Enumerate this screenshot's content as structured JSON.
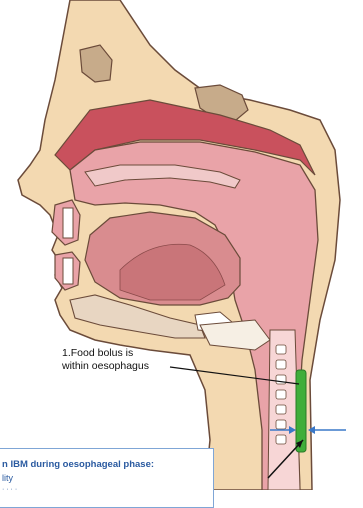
{
  "callout": {
    "line1": "1.Food bolus is",
    "line2": "within oesophagus"
  },
  "info_box": {
    "title": "n IBM during oesophageal phase:",
    "line1": "lity",
    "line2": "· · · ·"
  },
  "colors": {
    "skin": "#f3d9b1",
    "tissue_pink": "#e9a3a8",
    "tissue_dark": "#c9515d",
    "bone": "#c7ab8a",
    "lumen": "#f7d6d6",
    "bolus": "#3fae3a",
    "arrow_blue": "#3a78c8",
    "outline": "#6b4b3a"
  }
}
